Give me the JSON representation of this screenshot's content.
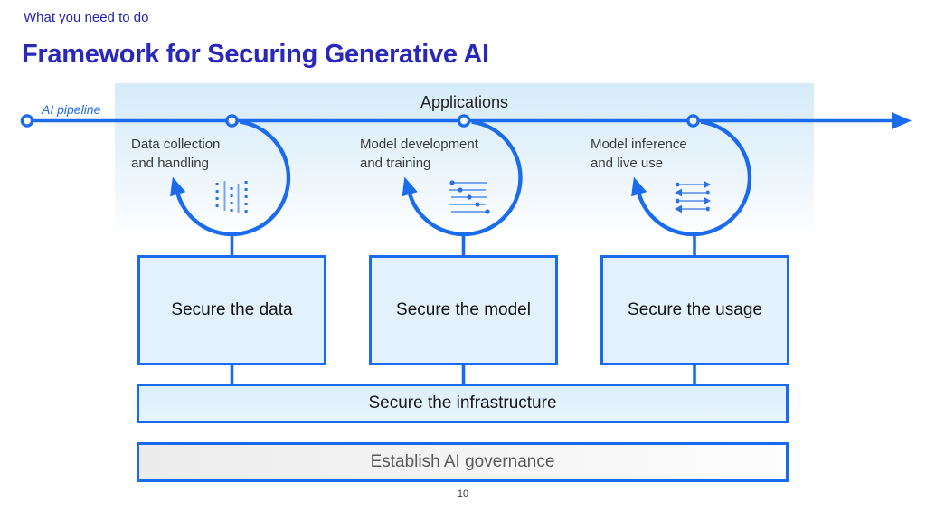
{
  "slide": {
    "eyebrow": "What you need to do",
    "title": "Framework for Securing Generative AI",
    "page_number": "10"
  },
  "diagram": {
    "pipeline_label": "AI pipeline",
    "applications_label": "Applications",
    "stages": [
      {
        "line1": "Data collection",
        "line2": "and handling",
        "icon": "data-columns-icon",
        "box_label": "Secure the data"
      },
      {
        "line1": "Model development",
        "line2": "and training",
        "icon": "sliders-icon",
        "box_label": "Secure the model"
      },
      {
        "line1": "Model inference",
        "line2": "and live use",
        "icon": "exchange-arrows-icon",
        "box_label": "Secure the usage"
      }
    ],
    "infrastructure_label": "Secure the infrastructure",
    "governance_label": "Establish AI governance"
  },
  "colors": {
    "accent_blue": "#1b6cec",
    "title_blue": "#2a28b8",
    "box_fill": "#e2f1fc",
    "panel_top_blue": "#d5ebf9",
    "stage_text": "#3a3a3a",
    "governance_text": "#5a5a5a"
  }
}
